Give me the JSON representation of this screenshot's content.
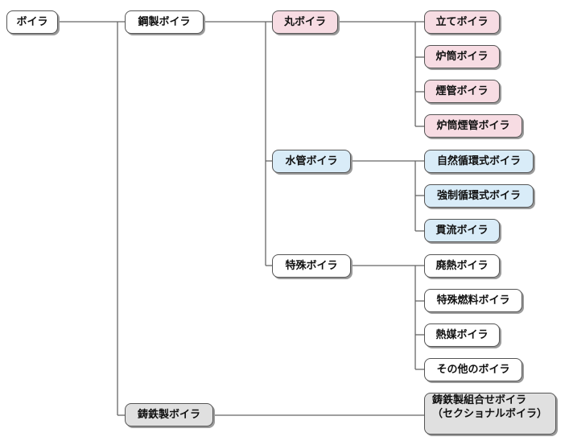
{
  "root": {
    "label": "ボイラ"
  },
  "level1": {
    "steel": "鋼製ボイラ",
    "cast_iron": "鋳鉄製ボイラ"
  },
  "level2": {
    "round": "丸ボイラ",
    "water_tube": "水管ボイラ",
    "special": "特殊ボイラ"
  },
  "round_types": [
    "立てボイラ",
    "炉筒ボイラ",
    "煙管ボイラ",
    "炉筒煙管ボイラ"
  ],
  "water_tube_types": [
    "自然循環式ボイラ",
    "強制循環式ボイラ",
    "貫流ボイラ"
  ],
  "special_types": [
    "廃熱ボイラ",
    "特殊燃料ボイラ",
    "熱媒ボイラ",
    "その他のボイラ"
  ],
  "cast_iron_types": {
    "line1": "鋳鉄製組合せボイラ",
    "line2": "（セクショナルボイラ）"
  },
  "colors": {
    "round_fill": "#f7dce3",
    "water_tube_fill": "#d9ecf8",
    "cast_iron_fill": "#e0e0e0",
    "line": "#666666"
  }
}
